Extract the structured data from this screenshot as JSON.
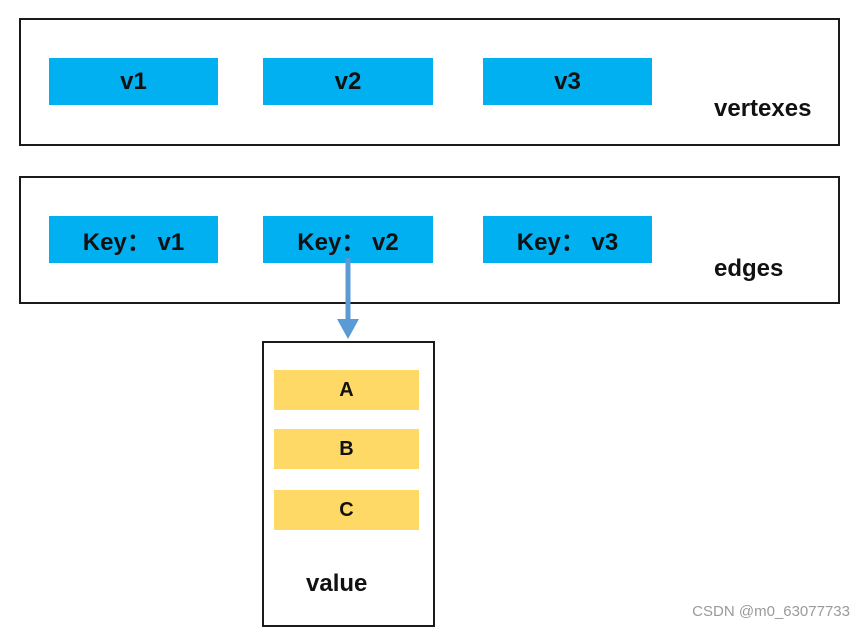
{
  "vertexes": {
    "items": [
      "v1",
      "v2",
      "v3"
    ],
    "label": "vertexes",
    "fill_color": "#00b0f0"
  },
  "edges": {
    "items": [
      "Key： v1",
      "Key： v2",
      "Key： v3"
    ],
    "label": "edges",
    "fill_color": "#00b0f0"
  },
  "value": {
    "items": [
      "A",
      "B",
      "C"
    ],
    "label": "value",
    "fill_color": "#ffd966"
  },
  "arrow": {
    "from": "Key： v2",
    "to": "value",
    "color": "#5b9bd5"
  },
  "watermark": "CSDN @m0_63077733"
}
